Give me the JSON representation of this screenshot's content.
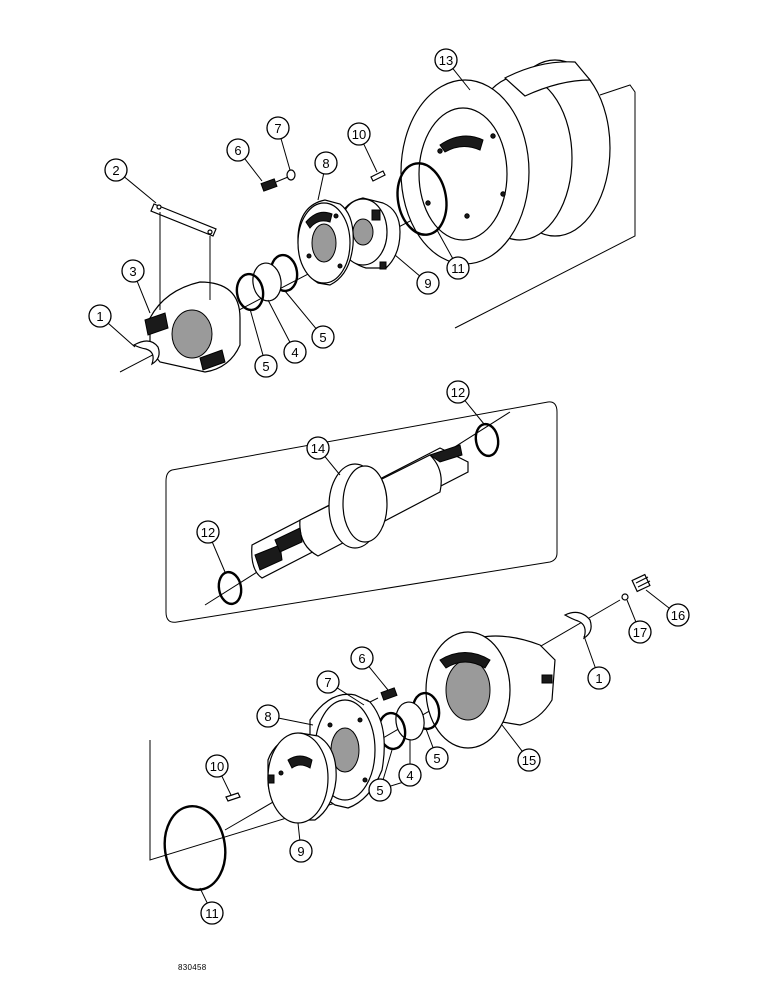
{
  "drawing_id": "830458",
  "callouts": [
    {
      "label": "1"
    },
    {
      "label": "2"
    },
    {
      "label": "3"
    },
    {
      "label": "5"
    },
    {
      "label": "4"
    },
    {
      "label": "5"
    },
    {
      "label": "6"
    },
    {
      "label": "7"
    },
    {
      "label": "8"
    },
    {
      "label": "9"
    },
    {
      "label": "10"
    },
    {
      "label": "11"
    },
    {
      "label": "13"
    },
    {
      "label": "12"
    },
    {
      "label": "14"
    },
    {
      "label": "12"
    },
    {
      "label": "16"
    },
    {
      "label": "17"
    },
    {
      "label": "1"
    },
    {
      "label": "15"
    },
    {
      "label": "6"
    },
    {
      "label": "7"
    },
    {
      "label": "8"
    },
    {
      "label": "5"
    },
    {
      "label": "4"
    },
    {
      "label": "5"
    },
    {
      "label": "10"
    },
    {
      "label": "9"
    },
    {
      "label": "11"
    }
  ]
}
